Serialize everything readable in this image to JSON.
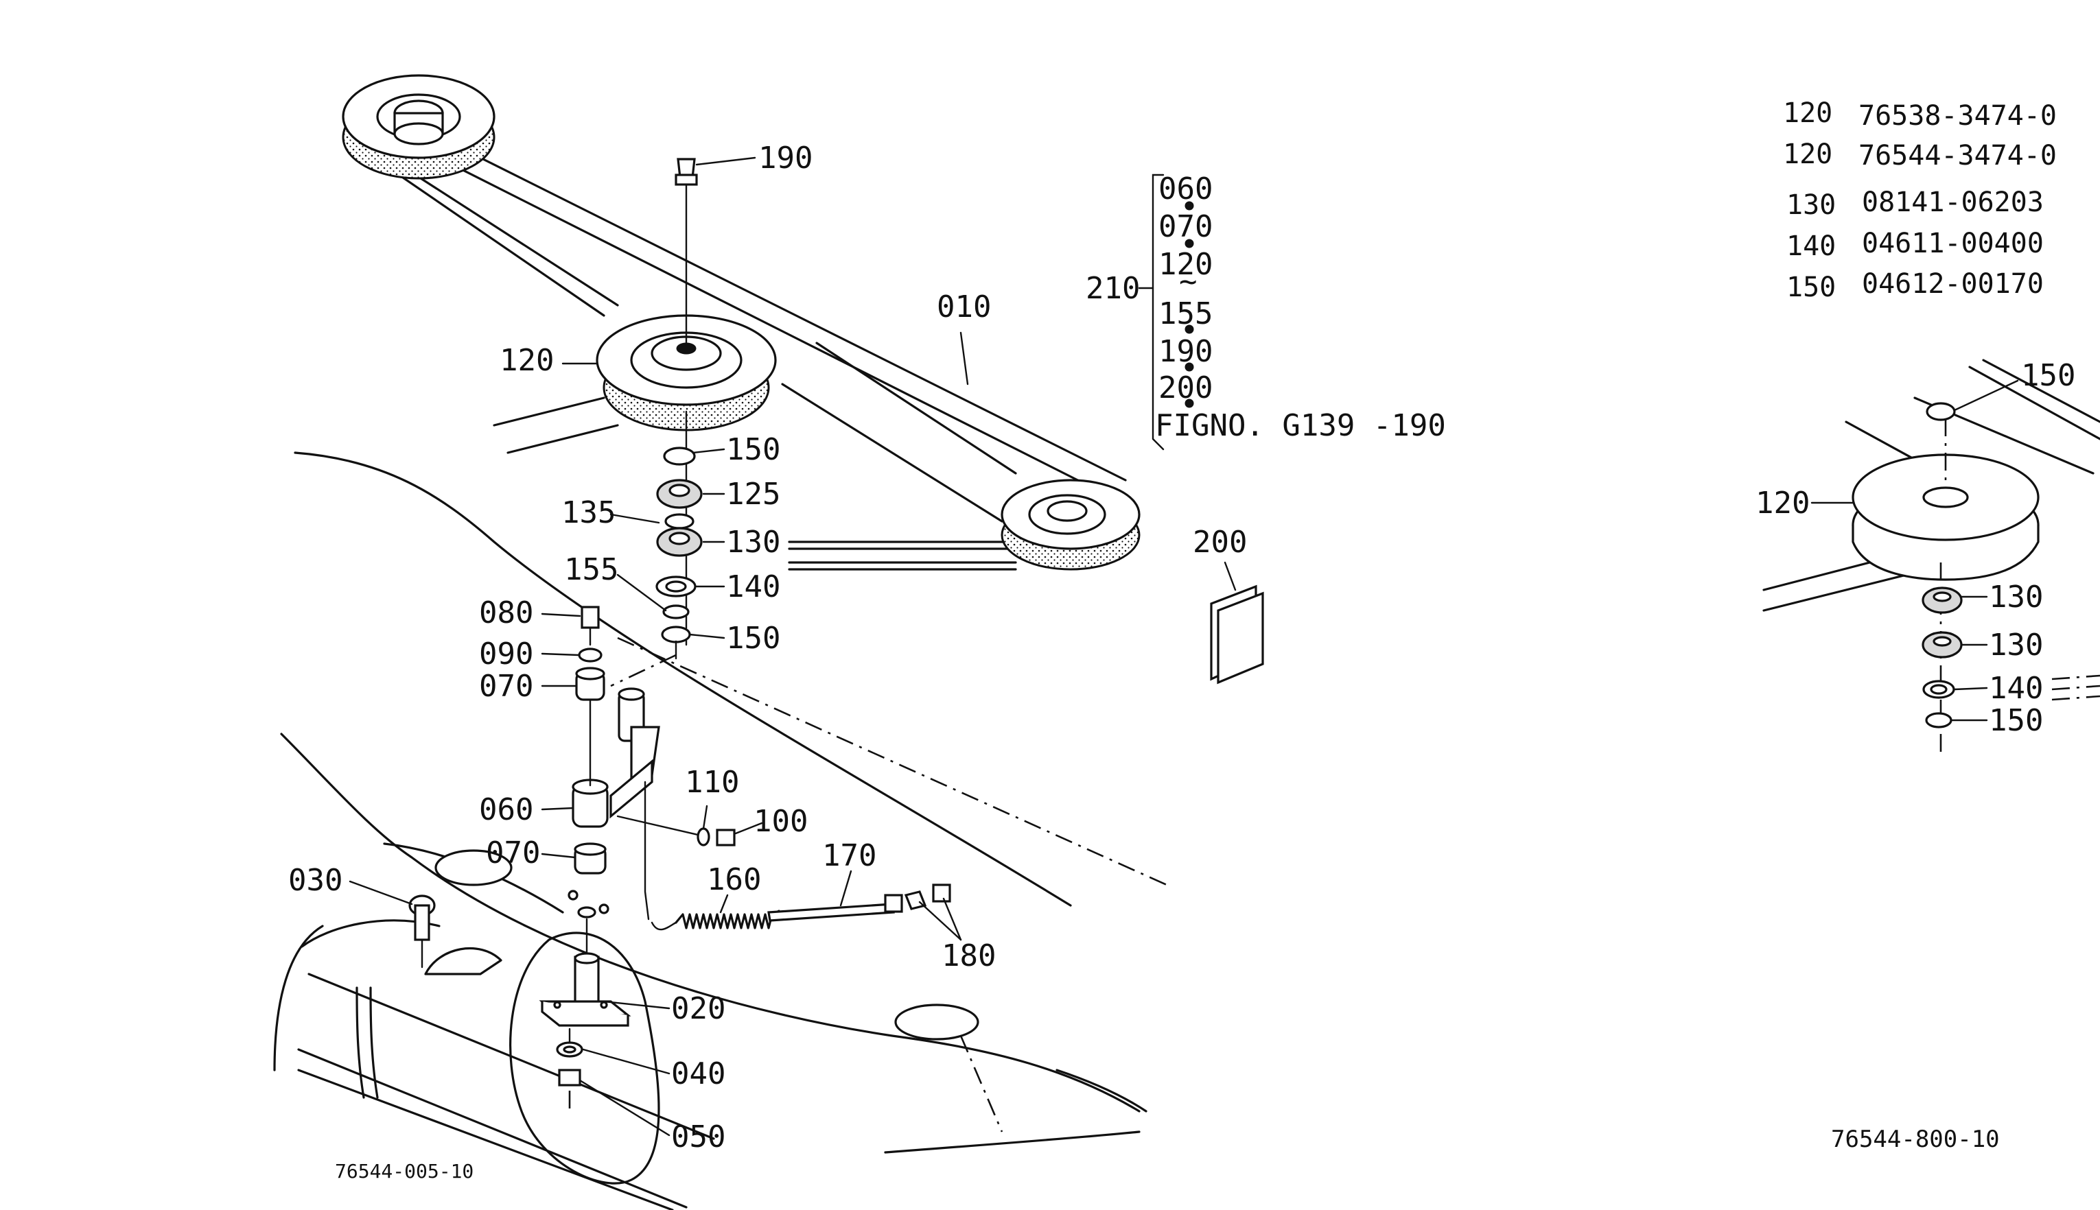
{
  "diagram": {
    "left_callouts": [
      {
        "num": "190"
      },
      {
        "num": "010"
      },
      {
        "num": "120"
      },
      {
        "num": "150"
      },
      {
        "num": "125"
      },
      {
        "num": "135"
      },
      {
        "num": "130"
      },
      {
        "num": "155"
      },
      {
        "num": "140"
      },
      {
        "num": "150"
      },
      {
        "num": "080"
      },
      {
        "num": "090"
      },
      {
        "num": "070"
      },
      {
        "num": "060"
      },
      {
        "num": "110"
      },
      {
        "num": "100"
      },
      {
        "num": "070"
      },
      {
        "num": "170"
      },
      {
        "num": "160"
      },
      {
        "num": "030"
      },
      {
        "num": "180"
      },
      {
        "num": "020"
      },
      {
        "num": "040"
      },
      {
        "num": "050"
      },
      {
        "num": "200"
      }
    ],
    "kit": {
      "label": "210",
      "items": [
        "060",
        "070",
        "120",
        "155",
        "190",
        "200"
      ],
      "tilde": "~",
      "figno": "FIGNO. G139 -190"
    },
    "right_callouts": [
      {
        "num": "150"
      },
      {
        "num": "120"
      },
      {
        "num": "130"
      },
      {
        "num": "130"
      },
      {
        "num": "140"
      },
      {
        "num": "150"
      }
    ],
    "parts_table": [
      {
        "ref": "120",
        "part": "76538-3474-0"
      },
      {
        "ref": "120",
        "part": "76544-3474-0"
      },
      {
        "ref": "130",
        "part": "08141-06203"
      },
      {
        "ref": "140",
        "part": "04611-00400"
      },
      {
        "ref": "150",
        "part": "04612-00170"
      }
    ],
    "drawing_numbers": {
      "left": "76544-005-10",
      "right": "76544-800-10"
    }
  }
}
